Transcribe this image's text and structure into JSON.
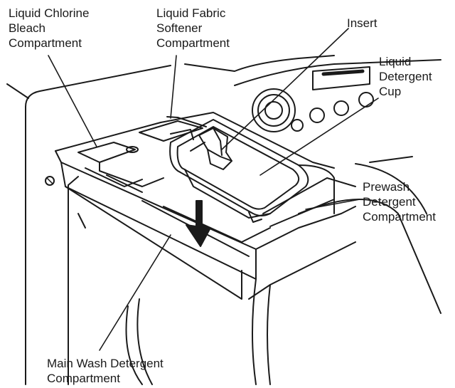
{
  "callouts": {
    "bleach": "Liquid Chlorine\nBleach\nCompartment",
    "softener": "Liquid Fabric\nSoftener\nCompartment",
    "insert": "Insert",
    "liquid_cup": "Liquid\nDetergent\nCup",
    "prewash": "Prewash\nDetergent\nCompartment",
    "main_wash": "Main Wash Detergent\nCompartment"
  },
  "colors": {
    "line": "#1a1a1a",
    "background": "#ffffff"
  }
}
